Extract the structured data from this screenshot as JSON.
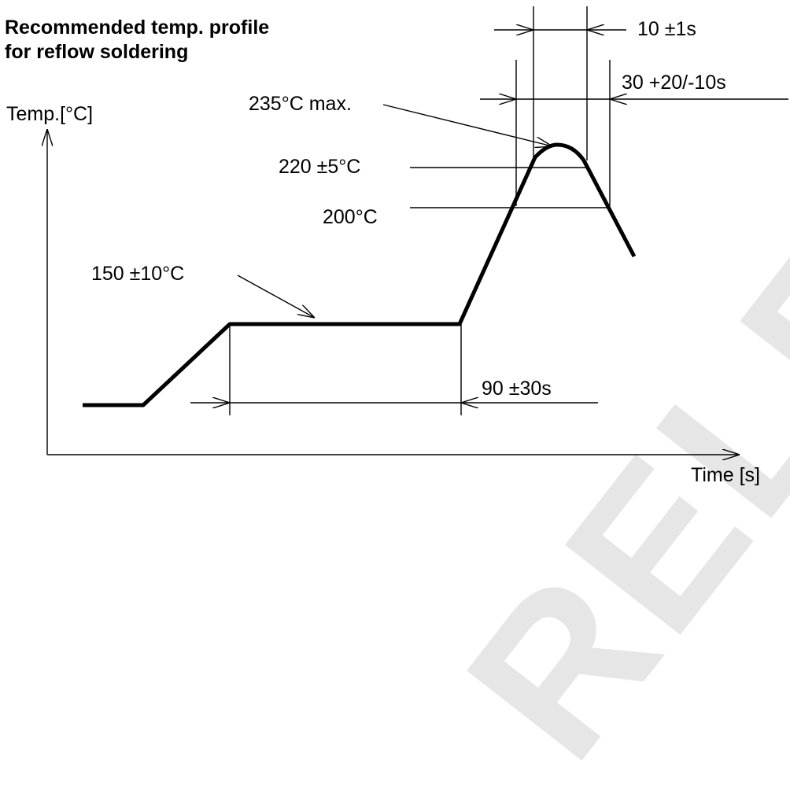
{
  "title": {
    "line1": "Recommended temp. profile",
    "line2": "for reflow soldering"
  },
  "axes": {
    "y_label": "Temp.[°C]",
    "x_label": "Time [s]"
  },
  "watermark": {
    "text": "RELEASE"
  },
  "annotations": {
    "peak_window": "10 ±1s",
    "above_200_duration": "30 +20/-10s",
    "peak_max": "235°C max.",
    "peak_level": "220 ±5°C",
    "liquidus_level": "200°C",
    "preheat_level": "150 ±10°C",
    "preheat_duration": "90 ±30s"
  },
  "colors": {
    "ink": "#000000",
    "watermark": "#e6e6e6"
  }
}
